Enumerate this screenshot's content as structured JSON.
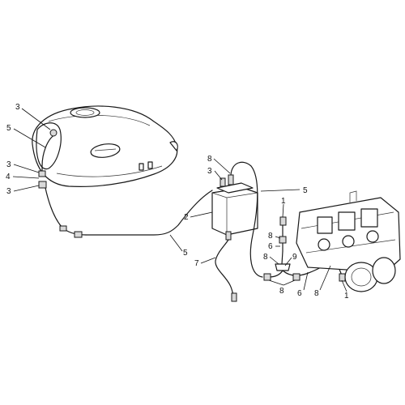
{
  "callouts": [
    {
      "id": "c1",
      "text": "3"
    },
    {
      "id": "c2",
      "text": "5"
    },
    {
      "id": "c3",
      "text": "3"
    },
    {
      "id": "c4",
      "text": "4"
    },
    {
      "id": "c5",
      "text": "3"
    },
    {
      "id": "c6",
      "text": "8"
    },
    {
      "id": "c7",
      "text": "3"
    },
    {
      "id": "c8",
      "text": "5"
    },
    {
      "id": "c9",
      "text": "1"
    },
    {
      "id": "c10",
      "text": "2"
    },
    {
      "id": "c11",
      "text": "5"
    },
    {
      "id": "c12",
      "text": "7"
    },
    {
      "id": "c13",
      "text": "8"
    },
    {
      "id": "c14",
      "text": "6"
    },
    {
      "id": "c15",
      "text": "8"
    },
    {
      "id": "c16",
      "text": "9"
    },
    {
      "id": "c17",
      "text": "8"
    },
    {
      "id": "c18",
      "text": "6"
    },
    {
      "id": "c19",
      "text": "8"
    },
    {
      "id": "c20",
      "text": "1"
    }
  ]
}
